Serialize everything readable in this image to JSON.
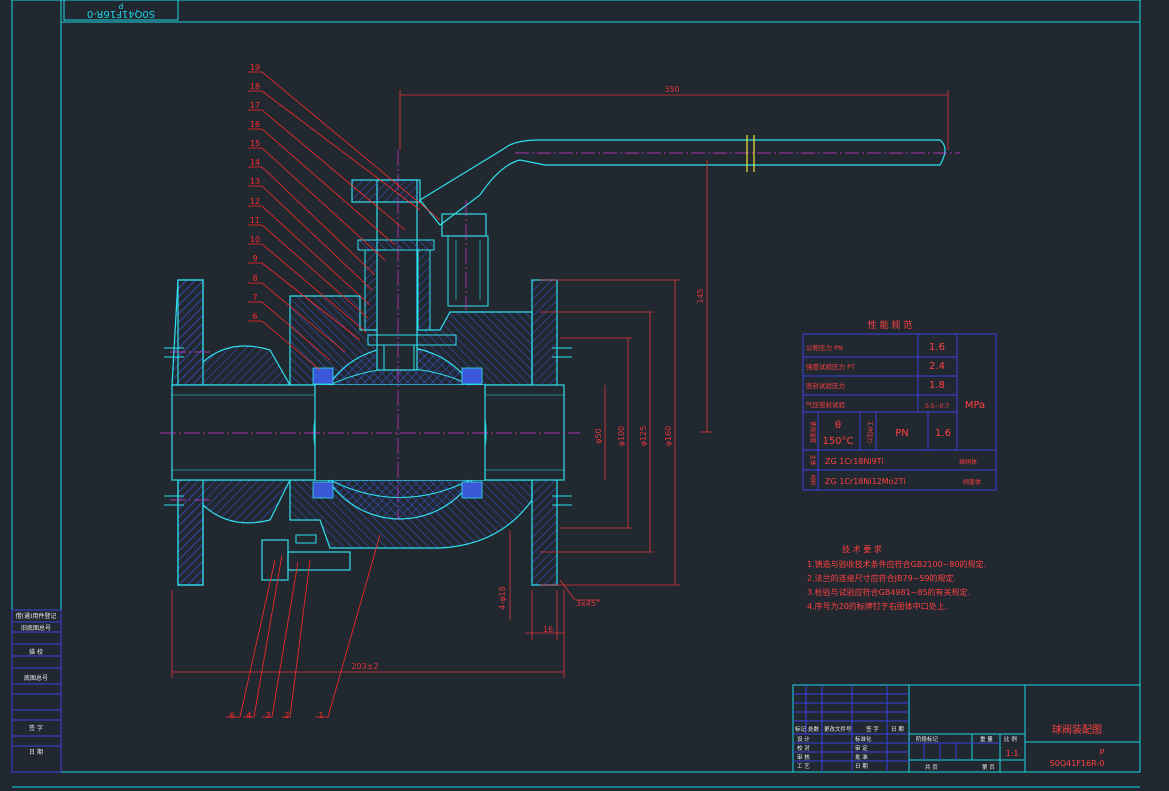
{
  "colors": {
    "background": "#212830",
    "frame": "#1fd3e6",
    "body": "#2fe0ee",
    "hatch": "#3a57d8",
    "center": "#d63bd6",
    "leader": "#ff2a2a",
    "dim": "#e0353b",
    "yellow": "#f0e53a",
    "table": "#3a3fe0",
    "table_text": "#ff4040",
    "text_white": "#f0f0f0"
  },
  "header_box": {
    "line1": "P",
    "line2": "S0Q41F16R-0"
  },
  "part_labels_top": [
    "19",
    "18",
    "17",
    "16",
    "15",
    "14",
    "13",
    "12",
    "11",
    "10",
    "9",
    "8",
    "7",
    "6"
  ],
  "part_labels_bottom": [
    "6",
    "4",
    "3",
    "2",
    "1"
  ],
  "dimensions": {
    "handle_length": "350",
    "height": "145",
    "d50": "φ50",
    "d100": "φ100",
    "d125": "φ125",
    "d160": "φ160",
    "length": "203±2",
    "holes": "4-φ18",
    "flange": "16",
    "chamfer": "3x45°"
  },
  "perf_table": {
    "title": "性 能 规 范",
    "rows": [
      {
        "label": "公称压力 PN",
        "value": "1.6"
      },
      {
        "label": "强度试验压力 PT",
        "value": "2.4"
      },
      {
        "label": "密封试验压力",
        "value": "1.8"
      },
      {
        "label": "气压密封试验",
        "value": "0.5~0.7"
      }
    ],
    "unit": "MPa",
    "temp_side": "使用温度",
    "temp_sym": "θ",
    "temp_val": "150°C",
    "press_side": "工作压力",
    "press_sym": "PN",
    "press_val": "1.6",
    "material_side_1": "主体",
    "material_side_2": "材料",
    "materials": [
      {
        "name": "ZG 1Cr18Ni9Ti",
        "note": "球阀体"
      },
      {
        "name": "ZG 1Cr18Ni12Mo2Ti",
        "note": "阀盖体"
      }
    ]
  },
  "tech_req": {
    "title": "技 术 要 求",
    "items": [
      "1.铸造与验收技术条件应符合GB2100~80的规定.",
      "2.法兰的连接尺寸应符合JB79~59的规定.",
      "3.检验与试验应符合GB4981~85的有关规定.",
      "4.序号为20的标牌钉于右图体中口处上."
    ]
  },
  "left_column": [
    "借(通)用件登记",
    "描 校",
    "底图总号",
    "签 字",
    "日 期"
  ],
  "left_column_extra": "旧底图总号",
  "title_block": {
    "drawing_title": "球阀装配图",
    "code_line1": "P",
    "code_line2": "S0Q41F16R-0",
    "scale": "1:1",
    "stage_label": "阶段标记",
    "weight_label": "重 量",
    "scale_label": "比 例",
    "sheet_total": "共  页",
    "sheet_no": "第  页",
    "col_headers": [
      "标记",
      "处数",
      "更改文件号",
      "签 字",
      "日 期"
    ],
    "roles": [
      "设 计",
      "校 对",
      "审 核",
      "工 艺"
    ],
    "roles2": [
      "标准化",
      "审 定",
      "批 准",
      "日 期"
    ]
  }
}
